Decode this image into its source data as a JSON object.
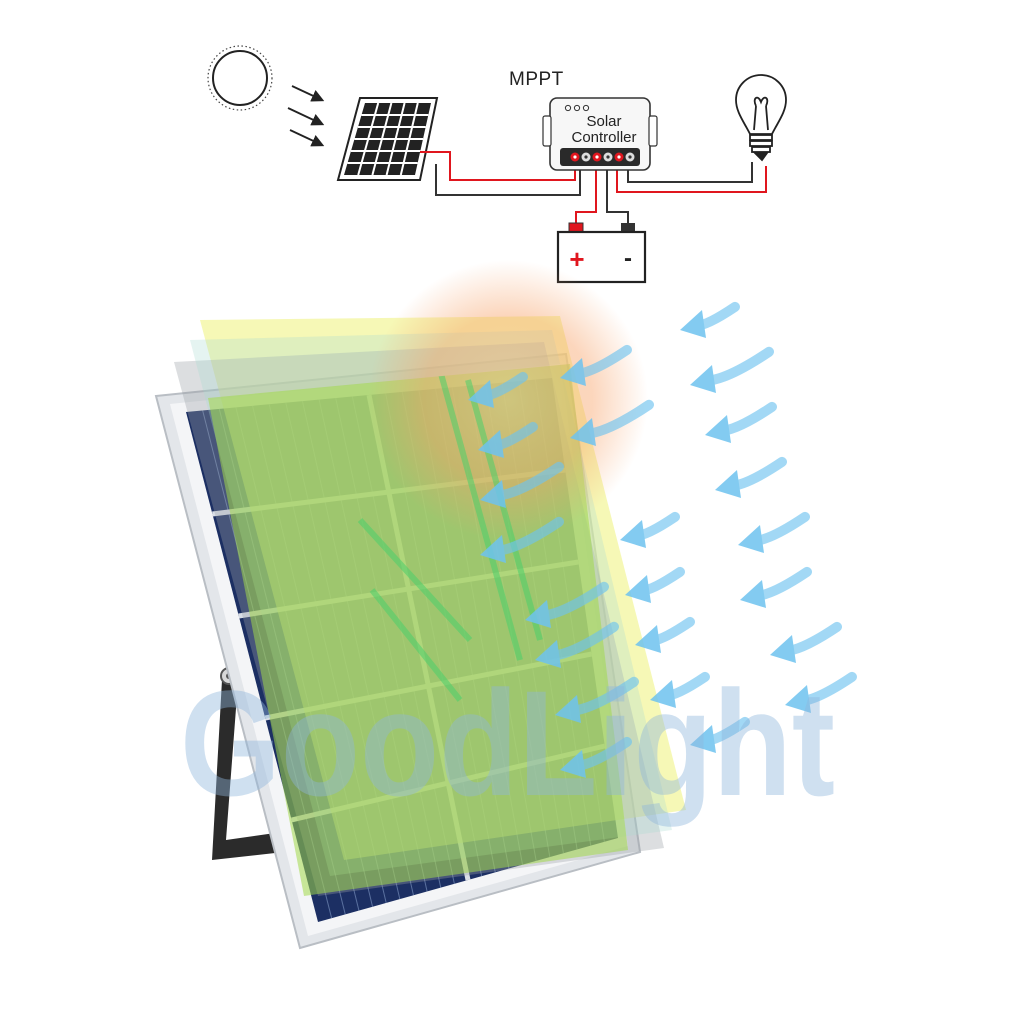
{
  "diagram": {
    "mppt_label": "MPPT",
    "controller_line1": "Solar",
    "controller_line2": "Controller",
    "battery_plus": "+",
    "battery_minus": "-",
    "watermark": "GoodLight"
  },
  "colors": {
    "wire_positive": "#e0161e",
    "wire_negative": "#333333",
    "wind_arrow": "#6ec3ef",
    "panel_cell": "#1c2f63",
    "panel_frame": "#dfe3e8",
    "yellow_layer": "#eef27a",
    "green_layer": "#a3d84a",
    "sun_glow": "#f7a36a",
    "watermark": "#8fb6dc"
  },
  "icons": [
    "sun-icon",
    "sun-ray-arrow-icon",
    "small-solar-panel-icon",
    "solar-controller-icon",
    "battery-icon",
    "light-bulb-icon",
    "wind-arrow-icon",
    "solar-panel-stand"
  ]
}
